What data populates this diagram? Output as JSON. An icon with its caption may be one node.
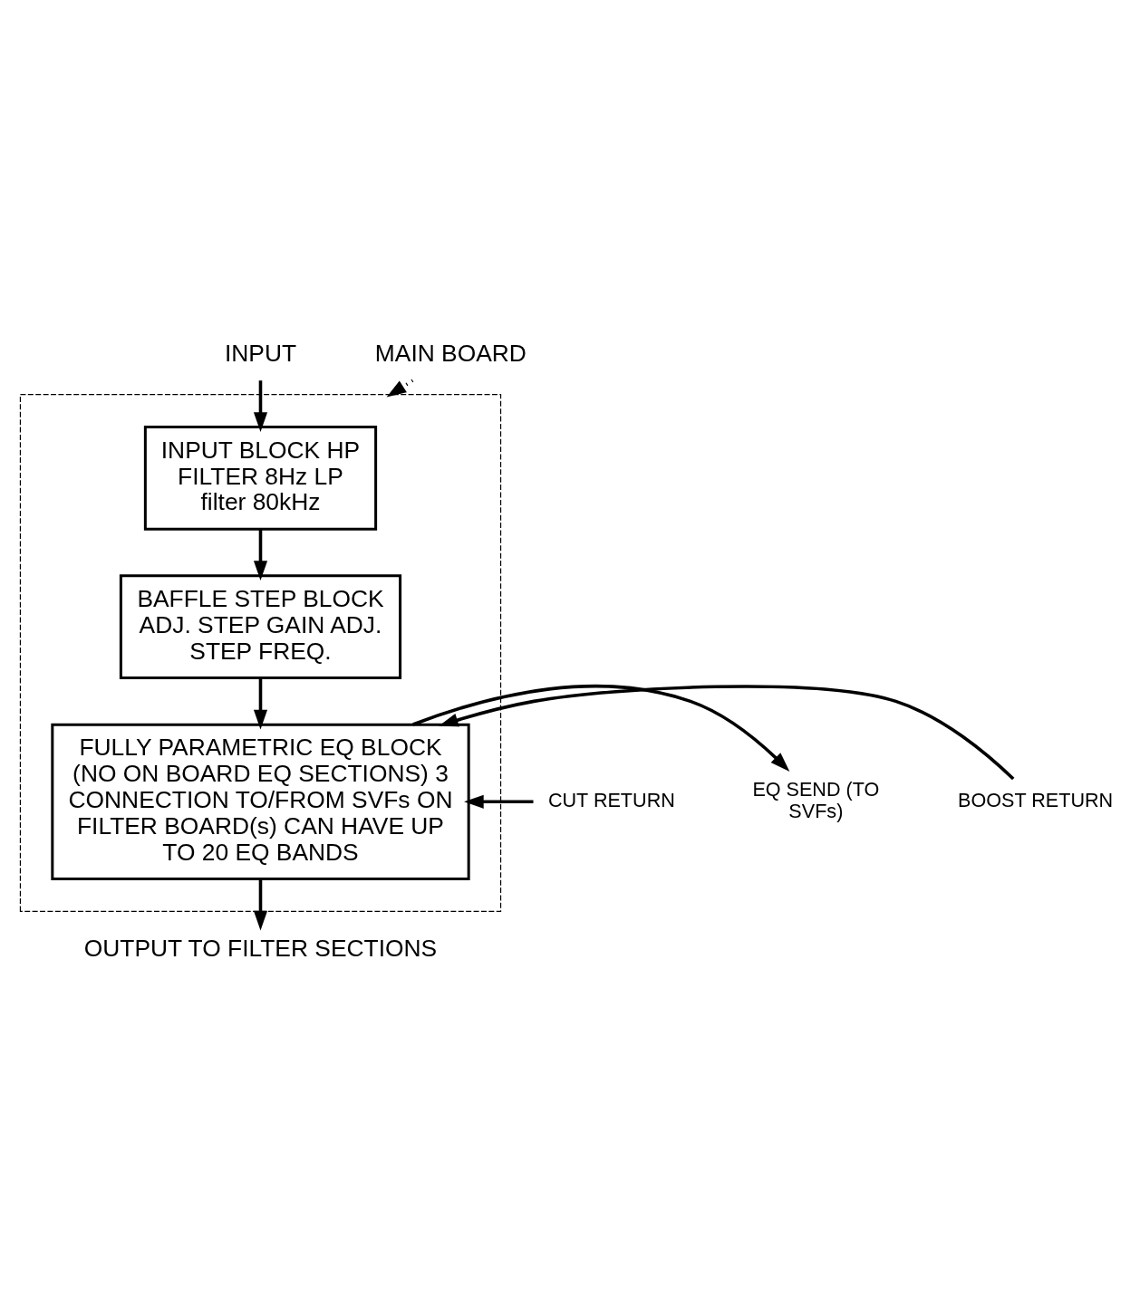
{
  "diagram": {
    "nodes": [
      {
        "text": [
          "INPUT"
        ]
      },
      {
        "text": [],
        "shape": "box"
      },
      {
        "text": [
          "INPUT BLOCK HP FILTER 8Hz LP filter 80kHz"
        ],
        "in": 1
      },
      {
        "text": [
          "BAFFLE STEP BLOCK ADJ. STEP GAIN ADJ. STEP FREQ."
        ],
        "in": 1
      },
      {
        "text": [
          "FULLY PARAMETRIC EQ BLOCK (NO ON BOARD EQ SECTIONS) 3 CONNECTION TO/FROM SVFs ON FILTER BOARD(s) CAN HAVE UP TO 20 EQ BANDS"
        ],
        "in": 1
      },
      {
        "text": [
          "OUTPUT TO FILTER SECTIONS"
        ]
      },
      {
        "text": [
          "MAIN BOARD"
        ]
      },
      {
        "text": [
          "CUT RETURN"
        ]
      },
      {
        "text": [
          "EQ SEND (TO SVFs)"
        ]
      },
      {
        "text": [
          "BOOST RETURN"
        ]
      }
    ],
    "edges": [
      {
        "from": 0,
        "to": 2,
        "arrow": "to"
      },
      {
        "from": 2,
        "to": 3,
        "arrow": "to"
      },
      {
        "from": 3,
        "to": 4,
        "arrow": "to"
      },
      {
        "from": 4,
        "to": 5,
        "arrow": "to"
      },
      {
        "from": 6,
        "to": 1,
        "arrow": "to",
        "style": "dashed"
      },
      {
        "from": 7,
        "to": 4,
        "arrow": "to"
      },
      {
        "from": 4,
        "to": 8,
        "arrow": "to"
      },
      {
        "from": 9,
        "to": 4,
        "arrow": "to"
      }
    ]
  }
}
